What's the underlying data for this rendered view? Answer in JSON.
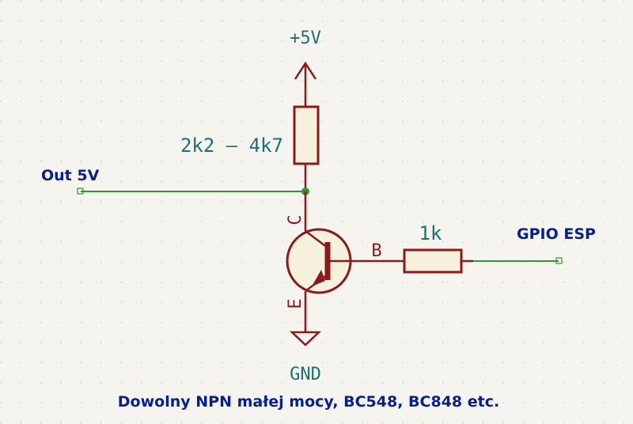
{
  "schematic": {
    "power_label": "+5V",
    "ground_label": "GND",
    "collector_resistor_value": "2k2 – 4k7",
    "base_resistor_value": "1k",
    "output_net_label": "Out 5V",
    "input_net_label": "GPIO ESP",
    "pin_collector": "C",
    "pin_base": "B",
    "pin_emitter": "E",
    "note": "Dowolny NPN małej mocy, BC548, BC848 etc."
  },
  "colors": {
    "background": "#f5f4ef",
    "wire": "#2e9a2e",
    "component": "#8b1a1a",
    "component_body": "#f6f1dc",
    "net_label": "#0a1f8f",
    "value_label": "#1f6f72"
  }
}
